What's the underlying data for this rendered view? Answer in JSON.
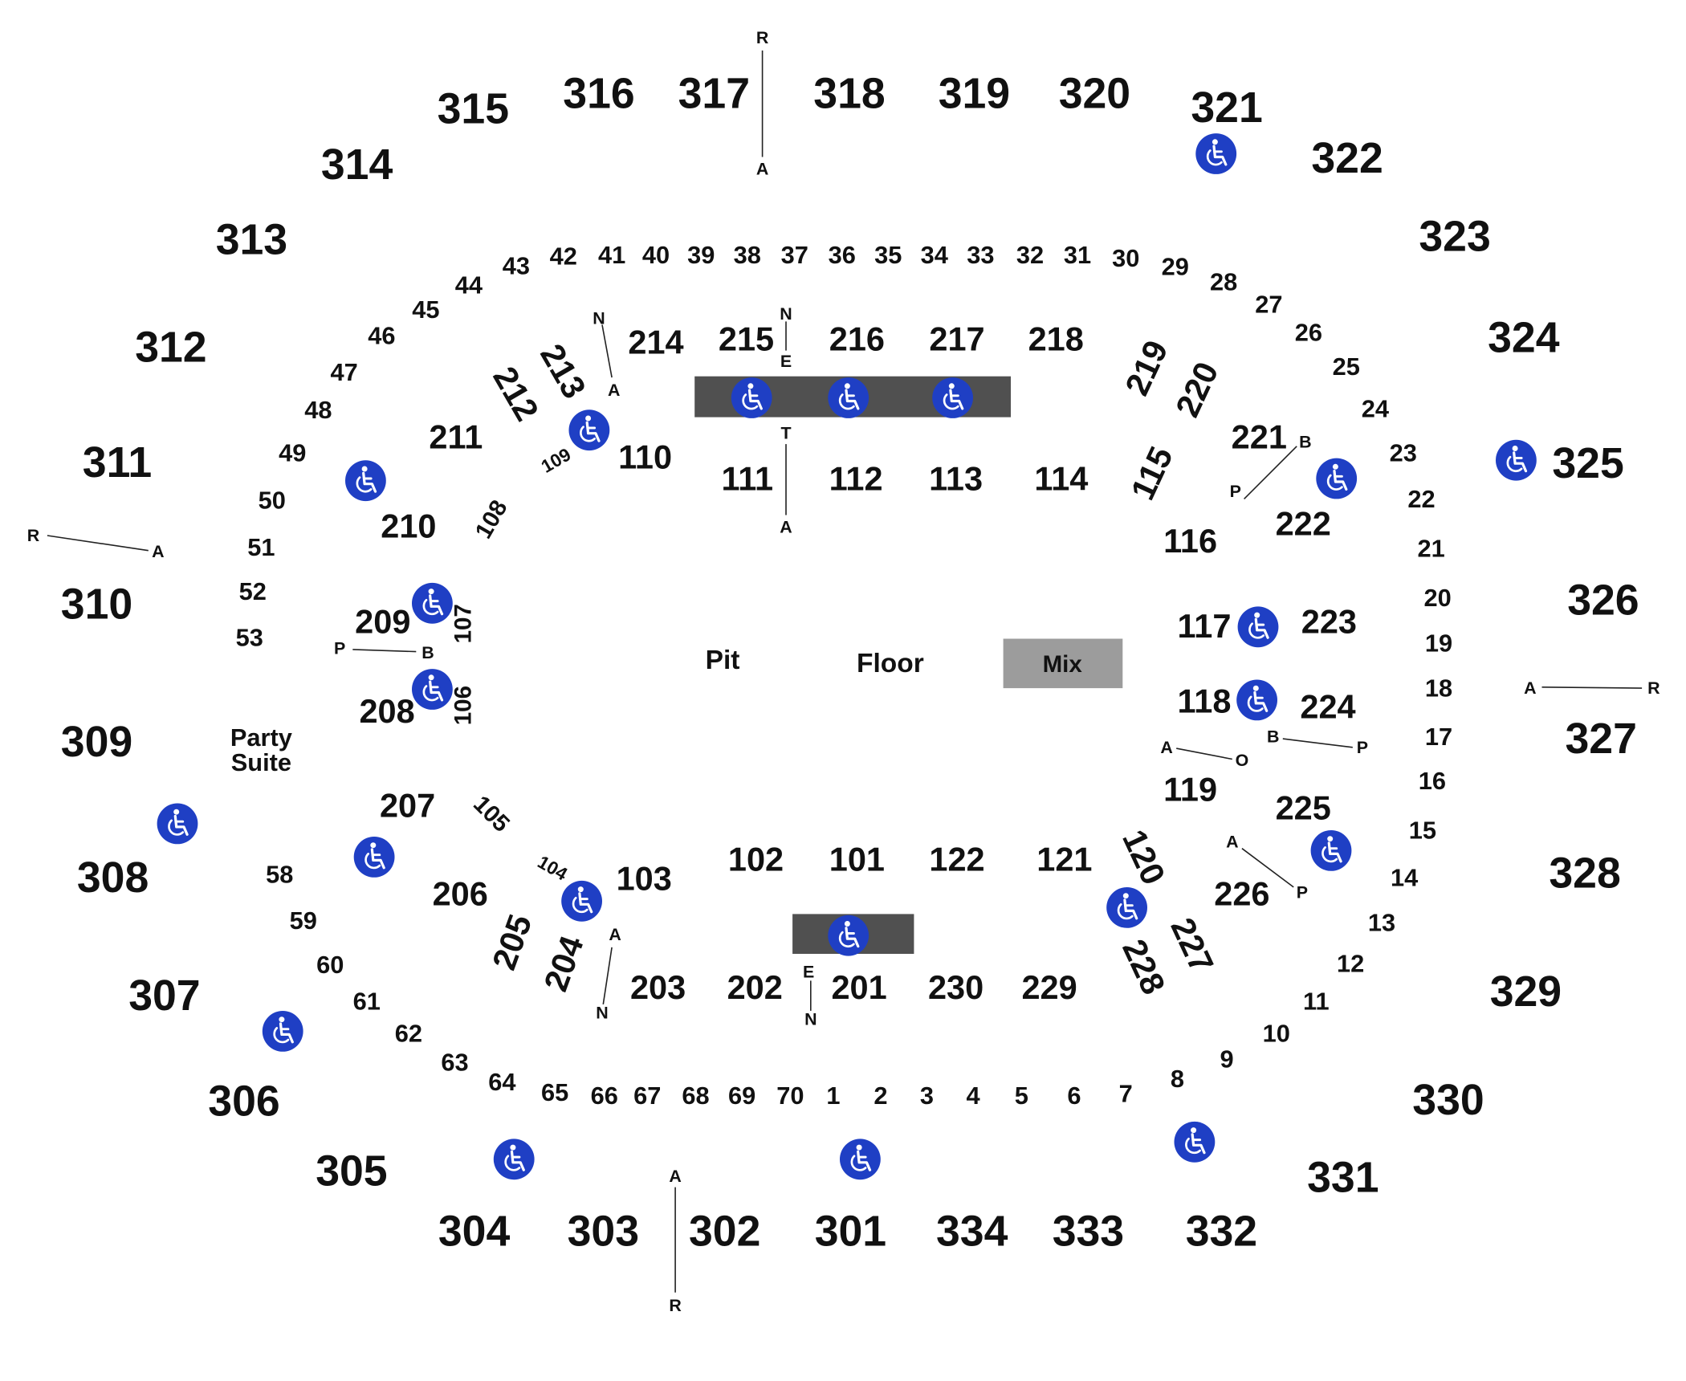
{
  "colors": {
    "text": "#111111",
    "stage": "#505050",
    "mix": "#9c9c9c",
    "mix_text": "#ffffff",
    "accessible": "#1f3fc4"
  },
  "icons": {
    "accessible": "wheelchair-icon"
  },
  "floor": {
    "pit": "Pit",
    "floor": "Floor",
    "mix": "Mix",
    "party_suite_line1": "Party",
    "party_suite_line2": "Suite"
  },
  "sections_300": [
    "301",
    "302",
    "303",
    "304",
    "305",
    "306",
    "307",
    "308",
    "309",
    "310",
    "311",
    "312",
    "313",
    "314",
    "315",
    "316",
    "317",
    "318",
    "319",
    "320",
    "321",
    "322",
    "323",
    "324",
    "325",
    "326",
    "327",
    "328",
    "329",
    "330",
    "331",
    "332",
    "333",
    "334"
  ],
  "sections_200": [
    "201",
    "202",
    "203",
    "204",
    "205",
    "206",
    "207",
    "208",
    "209",
    "210",
    "211",
    "212",
    "213",
    "214",
    "215",
    "216",
    "217",
    "218",
    "219",
    "220",
    "221",
    "222",
    "223",
    "224",
    "225",
    "226",
    "227",
    "228",
    "229",
    "230"
  ],
  "sections_100": [
    "101",
    "102",
    "103",
    "104",
    "105",
    "106",
    "107",
    "108",
    "109",
    "110",
    "111",
    "112",
    "113",
    "114",
    "115",
    "116",
    "117",
    "118",
    "119",
    "120",
    "121",
    "122"
  ],
  "loge_boxes": [
    "1",
    "2",
    "3",
    "4",
    "5",
    "6",
    "7",
    "8",
    "9",
    "10",
    "11",
    "12",
    "13",
    "14",
    "15",
    "16",
    "17",
    "18",
    "19",
    "20",
    "21",
    "22",
    "23",
    "24",
    "25",
    "26",
    "27",
    "28",
    "29",
    "30",
    "31",
    "32",
    "33",
    "34",
    "35",
    "36",
    "37",
    "38",
    "39",
    "40",
    "41",
    "42",
    "43",
    "44",
    "45",
    "46",
    "47",
    "48",
    "49",
    "50",
    "51",
    "52",
    "53",
    "58",
    "59",
    "60",
    "61",
    "62",
    "63",
    "64",
    "65",
    "66",
    "67",
    "68",
    "69",
    "70"
  ],
  "row_markers": [
    {
      "from": "R",
      "to": "A"
    },
    {
      "from": "N",
      "to": "A"
    },
    {
      "from": "N",
      "to": "E"
    },
    {
      "from": "T",
      "to": "A"
    },
    {
      "from": "P",
      "to": "B"
    },
    {
      "from": "R",
      "to": "A"
    },
    {
      "from": "P",
      "to": "B"
    },
    {
      "from": "A",
      "to": "R"
    },
    {
      "from": "A",
      "to": "O"
    },
    {
      "from": "B",
      "to": "P"
    },
    {
      "from": "A",
      "to": "P"
    },
    {
      "from": "A",
      "to": "N"
    },
    {
      "from": "E",
      "to": "N"
    },
    {
      "from": "A",
      "to": "R"
    }
  ]
}
